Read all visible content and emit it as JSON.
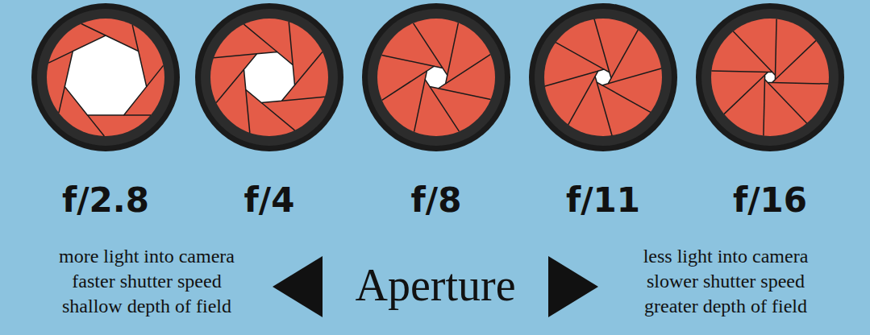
{
  "diagram": {
    "labels": [
      "f/2.8",
      "f/4",
      "f/8",
      "f/11",
      "f/16",
      "more light into camera",
      "faster shutter speed",
      "shallow depth of field",
      "Aperture",
      "less light into camera",
      "slower shutter speed",
      "greater depth of field"
    ]
  }
}
